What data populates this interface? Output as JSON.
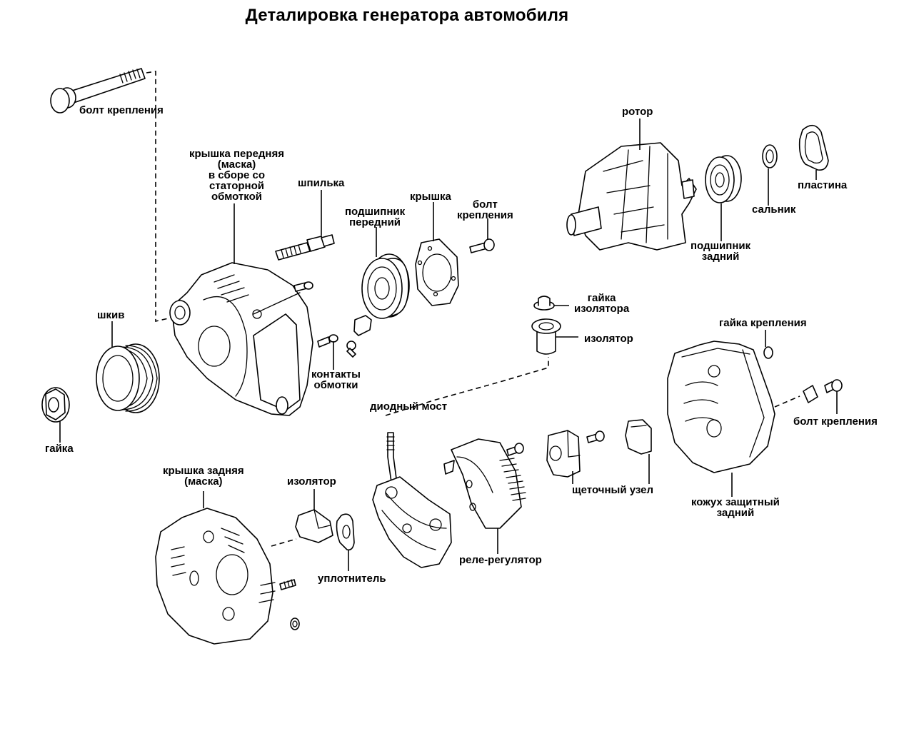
{
  "title": "Деталировка генератора автомобиля",
  "parts": [
    {
      "id": "bolt-main",
      "label": "болт крепления"
    },
    {
      "id": "front-cover",
      "label": "крышка передняя\n(маска)\nв сборе со\nстаторной\nобмоткой"
    },
    {
      "id": "stud",
      "label": "шпилька"
    },
    {
      "id": "front-bearing",
      "label": "подшипник\nпередний"
    },
    {
      "id": "cover",
      "label": "крышка"
    },
    {
      "id": "cover-bolt",
      "label": "болт\nкрепления"
    },
    {
      "id": "rotor",
      "label": "ротор"
    },
    {
      "id": "rear-bearing",
      "label": "подшипник\nзадний"
    },
    {
      "id": "seal",
      "label": "сальник"
    },
    {
      "id": "plate",
      "label": "пластина"
    },
    {
      "id": "pulley",
      "label": "шкив"
    },
    {
      "id": "nut",
      "label": "гайка"
    },
    {
      "id": "winding-contacts",
      "label": "контакты\nобмотки"
    },
    {
      "id": "insulator-nut",
      "label": "гайка\nизолятора"
    },
    {
      "id": "insulator-top",
      "label": "изолятор"
    },
    {
      "id": "mount-nut",
      "label": "гайка крепления"
    },
    {
      "id": "diode-bridge",
      "label": "диодный мост"
    },
    {
      "id": "rear-bolt",
      "label": "болт крепления"
    },
    {
      "id": "brush-assembly",
      "label": "щеточный узел"
    },
    {
      "id": "rear-shroud",
      "label": "кожух защитный\nзадний"
    },
    {
      "id": "rear-cover",
      "label": "крышка задняя\n(маска)"
    },
    {
      "id": "insulator-bottom",
      "label": "изолятор"
    },
    {
      "id": "gasket",
      "label": "уплотнитель"
    },
    {
      "id": "regulator",
      "label": "реле-регулятор"
    }
  ]
}
